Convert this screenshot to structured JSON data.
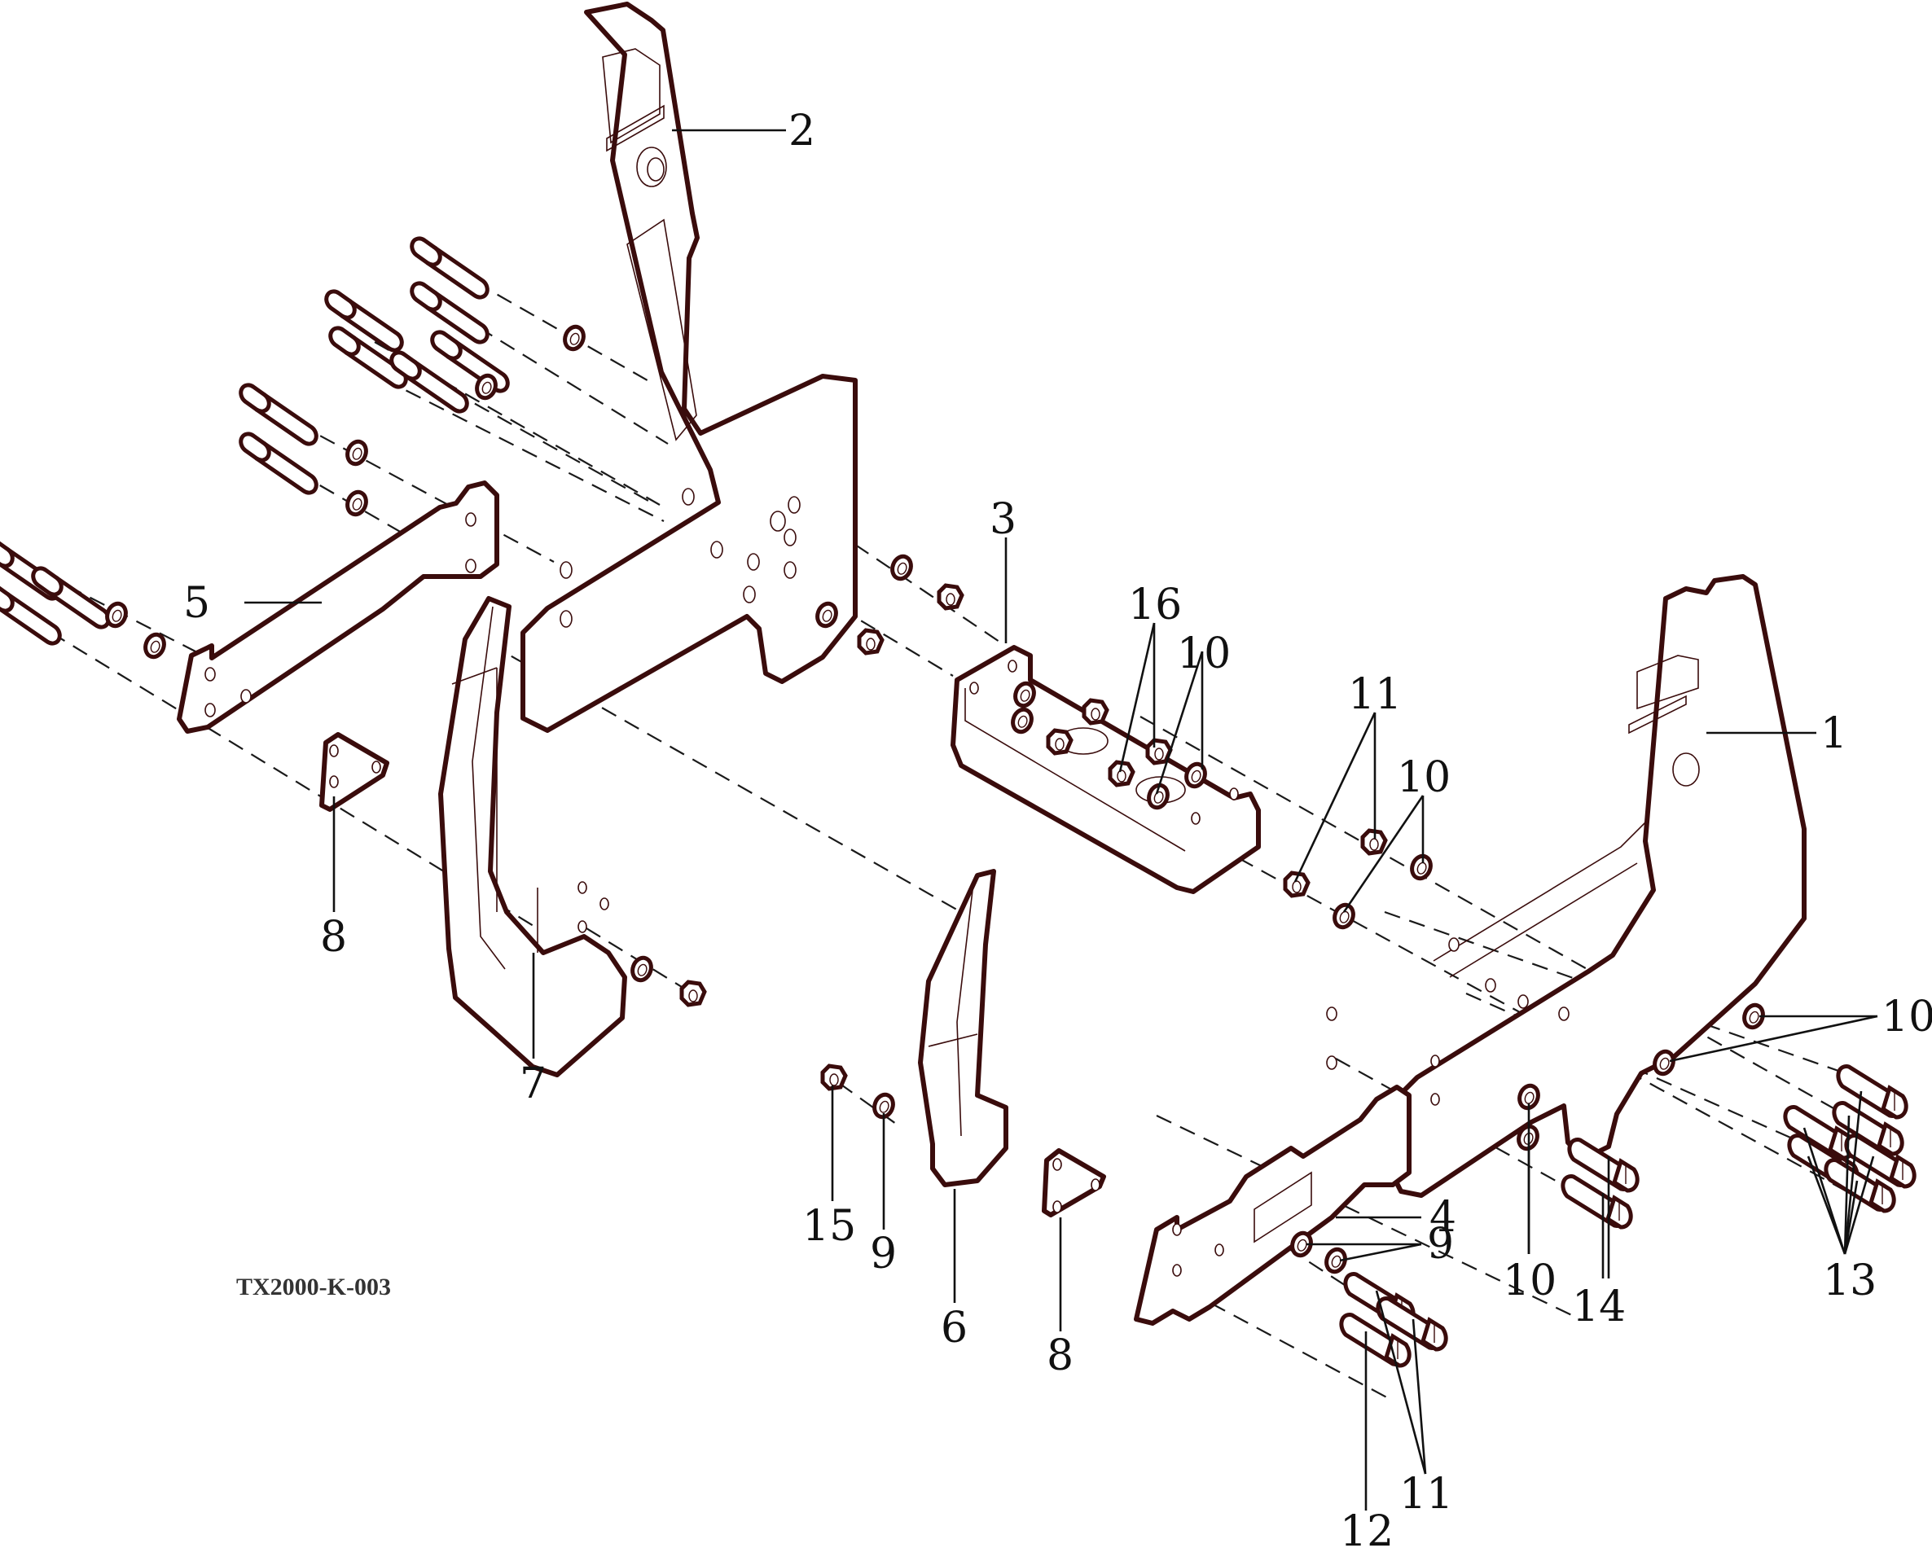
{
  "drawing_code": "TX2000-K-003",
  "colors": {
    "outline": "#3a0c0c",
    "leader": "#111111",
    "background": "#ffffff"
  },
  "callouts": {
    "c1": "1",
    "c2": "2",
    "c3": "3",
    "c4": "4",
    "c5": "5",
    "c6": "6",
    "c7": "7",
    "c8a": "8",
    "c8b": "8",
    "c9a": "9",
    "c9b": "9",
    "c10a": "10",
    "c10b": "10",
    "c10c": "10",
    "c10d": "10",
    "c11a": "11",
    "c11b": "11",
    "c12": "12",
    "c13": "13",
    "c14": "14",
    "c15": "15",
    "c16": "16"
  },
  "parts": [
    {
      "id": "1",
      "name": "right-frame-bracket"
    },
    {
      "id": "2",
      "name": "left-frame-bracket"
    },
    {
      "id": "3",
      "name": "center-channel-bracket"
    },
    {
      "id": "4",
      "name": "right-support-arm"
    },
    {
      "id": "5",
      "name": "left-support-arm"
    },
    {
      "id": "6",
      "name": "right-curved-plate"
    },
    {
      "id": "7",
      "name": "left-curved-plate"
    },
    {
      "id": "8",
      "name": "triangular-spacer"
    },
    {
      "id": "9",
      "name": "small-washer"
    },
    {
      "id": "10",
      "name": "lock-washer"
    },
    {
      "id": "11",
      "name": "hex-nut-or-bolt"
    },
    {
      "id": "12",
      "name": "hex-bolt"
    },
    {
      "id": "13",
      "name": "hex-bolt-long"
    },
    {
      "id": "14",
      "name": "hex-bolt-medium"
    },
    {
      "id": "15",
      "name": "hex-nut-small"
    },
    {
      "id": "16",
      "name": "hex-nut"
    }
  ]
}
